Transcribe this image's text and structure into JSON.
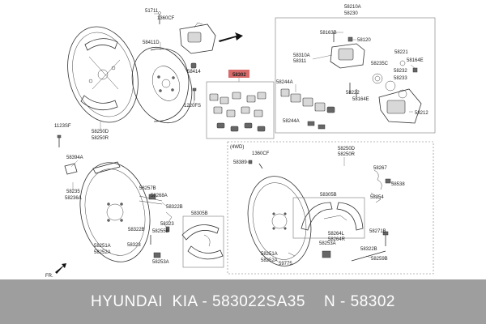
{
  "labels": {
    "p51711": "51711",
    "p1360cf_top": "1360CF",
    "p58411d": "58411D",
    "p58414": "58414",
    "p1220fs": "1220FS",
    "p1123sf": "1123SF",
    "p58250d_top": "58250D",
    "p58250r_top": "58250R",
    "p58302": "58302",
    "p58210a": "58210A",
    "p58230": "58230",
    "p58163b": "58163B",
    "p58120": "58120",
    "p58221": "58221",
    "p58164e_a": "58164E",
    "p58310a": "58310A",
    "p58311": "58311",
    "p58235c": "58235C",
    "p58232": "58232",
    "p58233": "58233",
    "p58244a": "58244A",
    "p58222": "58222",
    "p58164e_b": "58164E",
    "p58212": "58212",
    "p58244a_b": "58244A",
    "p58394a": "58394A",
    "p58235": "58235",
    "p58236a": "58236A",
    "p58257b": "58257B",
    "p58268a": "58268A",
    "p58322b_a": "58322B",
    "p58323_a": "58323",
    "p58305b_a": "58305B",
    "p58322b_b": "58322B",
    "p58255b": "58255B",
    "p58323_b": "58323",
    "p58251a": "58251A",
    "p58252a": "58252A",
    "p58253a_a": "58253A",
    "fr": "FR.",
    "p4wd": "(4WD)",
    "p58250d_4wd": "58250D",
    "p58250r_4wd": "58250R",
    "p1360cf_4wd": "1360CF",
    "p58389": "58389",
    "p58267": "58267",
    "p58538": "58538",
    "p58254": "58254",
    "p58305b_b": "58305B",
    "p58264l": "58264L",
    "p58264r": "58264R",
    "p58253a_b": "58253A",
    "p58271b": "58271B",
    "p58322b_c": "58322B",
    "p58251a_b": "58251A",
    "p58252a_b": "58252A",
    "p59775": "59775",
    "p58259b": "58259B"
  },
  "footer": {
    "text": "HYUNDAI  KIA - 583022SA35    N - 58302"
  },
  "colors": {
    "highlight": "#d96a6a",
    "footer_bg": "#9e9e9e"
  }
}
